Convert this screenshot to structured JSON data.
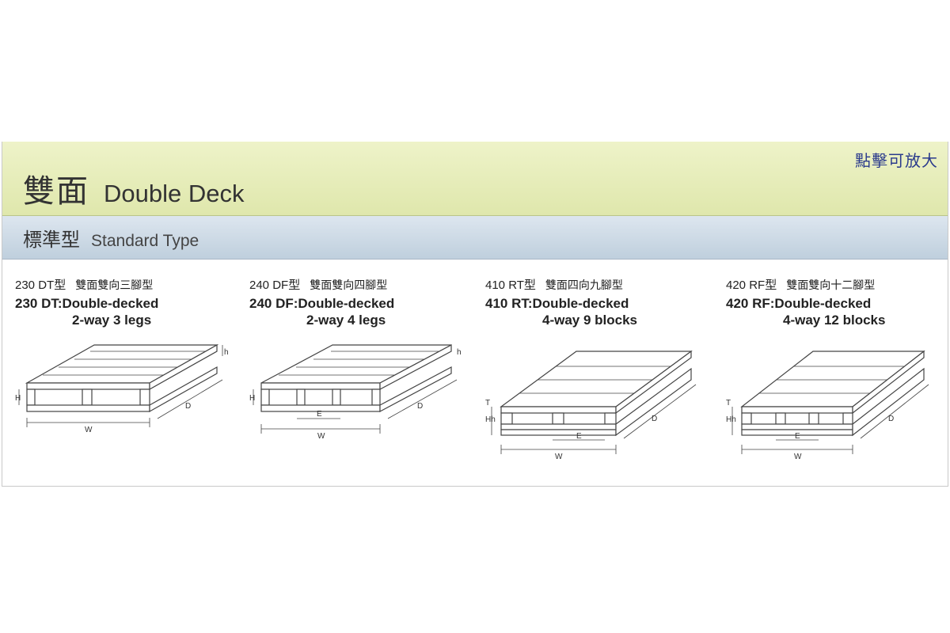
{
  "header": {
    "title_cn": "雙面",
    "title_en": "Double Deck",
    "zoom_label": "點擊可放大"
  },
  "subheader": {
    "title_cn": "標準型",
    "title_en": "Standard Type"
  },
  "items": [
    {
      "code_cn": "230  DT型",
      "name_cn": "雙面雙向三腳型",
      "desc_line1": "230 DT:Double-decked",
      "desc_line2": "2-way 3 legs",
      "labels": {
        "w": "W",
        "d": "D",
        "h": "H",
        "h2": "h"
      }
    },
    {
      "code_cn": "240  DF型",
      "name_cn": "雙面雙向四腳型",
      "desc_line1": "240 DF:Double-decked",
      "desc_line2": "2-way 4 legs",
      "labels": {
        "w": "W",
        "e": "E",
        "d": "D",
        "h": "H",
        "h2": "h"
      }
    },
    {
      "code_cn": "410  RT型",
      "name_cn": "雙面四向九腳型",
      "desc_line1": "410 RT:Double-decked",
      "desc_line2": "4-way 9 blocks",
      "labels": {
        "w": "W",
        "e": "E",
        "d": "D",
        "h": "Hh",
        "t": "T"
      }
    },
    {
      "code_cn": "420  RF型",
      "name_cn": "雙面雙向十二腳型",
      "desc_line1": "420 RF:Double-decked",
      "desc_line2": "4-way 12 blocks",
      "labels": {
        "w": "W",
        "e": "E",
        "d": "D",
        "h": "Hh",
        "t": "T"
      }
    }
  ]
}
